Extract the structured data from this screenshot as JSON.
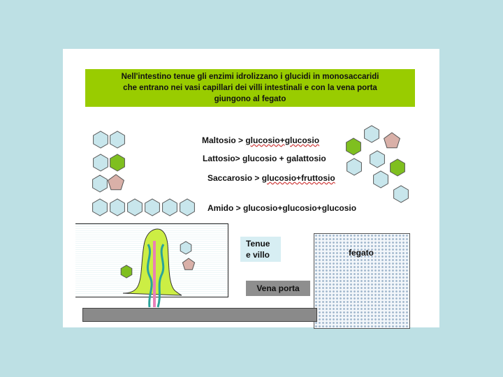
{
  "title_lines": [
    "Nell'intestino tenue gli enzimi idrolizzano i glucidi in monosaccaridi",
    "che entrano nei vasi capillari dei villi intestinali e con la vena porta",
    "giungono al fegato"
  ],
  "reactions": {
    "maltosio": {
      "name": "Maltosio > ",
      "products": "glucosio+glucosio"
    },
    "lattosio": {
      "name": "Lattosio> glucosio + ",
      "products": "galattosio"
    },
    "saccarosio": {
      "name": "Saccarosio > ",
      "products": "glucosio+fruttosio"
    },
    "amido": {
      "name": "Amido > glucosio+glucosio+glucosio",
      "products": ""
    }
  },
  "labels": {
    "tenue": [
      "Tenue",
      "e villo"
    ],
    "vena_porta": "Vena porta",
    "fegato": "fegato"
  },
  "colors": {
    "background": "#bde0e4",
    "glucose": "#c8e6ec",
    "galactose": "#7fbf1f",
    "fructose": "#d9b0a8",
    "title_box": "#99cc00",
    "villus": "#ccee44",
    "capillary_teal": "#2aa39a",
    "capillary_pink": "#e880b8"
  }
}
